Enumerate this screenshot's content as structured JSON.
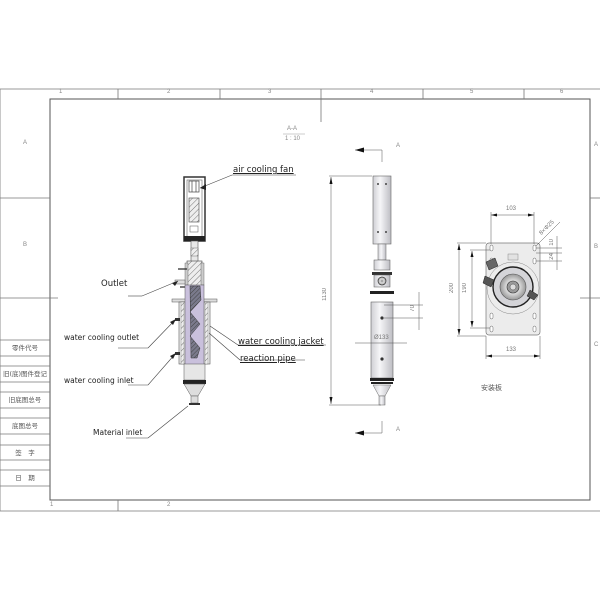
{
  "frame": {
    "top_columns": [
      "1",
      "2",
      "3",
      "4",
      "5",
      "6"
    ],
    "bottom_columns": [
      "1",
      "2"
    ],
    "left_rows": [
      "A",
      "B"
    ],
    "right_rows": [
      "A",
      "B",
      "C"
    ]
  },
  "title_block": {
    "rows": [
      "零件代号",
      "旧(底)图件登记",
      "旧底图总号",
      "底图总号",
      "签　字",
      "日　期"
    ]
  },
  "section_view": {
    "label": "A-A",
    "scale": "1 : 10"
  },
  "callouts": {
    "air_cooling_fan": "air cooling fan",
    "outlet": "Outlet",
    "water_cooling_outlet": "water cooling outlet",
    "water_cooling_jacket": "water cooling jacket",
    "reaction_pipe": "reaction pipe",
    "water_cooling_inlet": "water cooling inlet",
    "material_inlet": "Material inlet"
  },
  "side_view": {
    "section_marker_top": "A",
    "section_marker_bottom": "A",
    "overall_height": "1130",
    "port_spacing": "70",
    "jacket_diameter": "Ø133"
  },
  "mounting_plate": {
    "width_top": "103",
    "hole_spec": "8×Φ25",
    "offset_1": "10",
    "offset_2": "24",
    "height_outer": "200",
    "height_inner": "190",
    "width_bottom": "133",
    "caption": "安装板"
  },
  "colors": {
    "line": "#555555",
    "frame": "#666666",
    "metal": "#d9d9de",
    "hatch": "#6a6a78",
    "pipe_fill": "#c9c0dc"
  }
}
